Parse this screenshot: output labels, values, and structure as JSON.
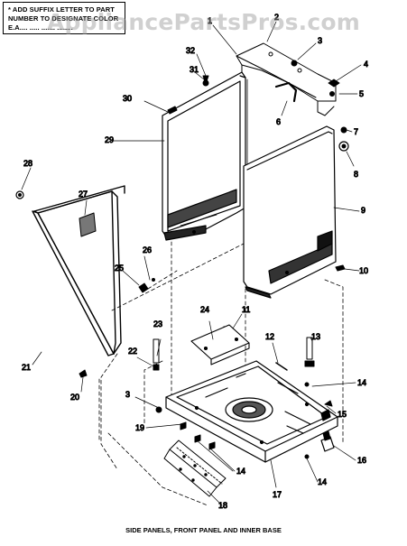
{
  "note": {
    "line1": "* ADD SUFFIX LETTER TO PART",
    "line2": "NUMBER TO DESIGNATE COLOR",
    "line3": "E.A.... ..... ....... ........"
  },
  "watermark": "AppliancePartsPros.com",
  "caption": "SIDE PANELS, FRONT PANEL AND INNER BASE",
  "callouts": {
    "c1": "1",
    "c2": "2",
    "c3": "3",
    "c3b": "3",
    "c4": "4",
    "c5": "5",
    "c6": "6",
    "c7": "7",
    "c8": "8",
    "c9": "9",
    "c10": "10",
    "c11": "11",
    "c12": "12",
    "c13": "13",
    "c14a": "14",
    "c14b": "14",
    "c14c": "14",
    "c15": "15",
    "c16": "16",
    "c17": "17",
    "c18": "18",
    "c19": "19",
    "c20": "20",
    "c21": "21",
    "c22": "22",
    "c23": "23",
    "c24": "24",
    "c25": "25",
    "c26": "26",
    "c27": "27",
    "c28": "28",
    "c29": "29",
    "c30": "30",
    "c31": "31",
    "c32": "32"
  }
}
